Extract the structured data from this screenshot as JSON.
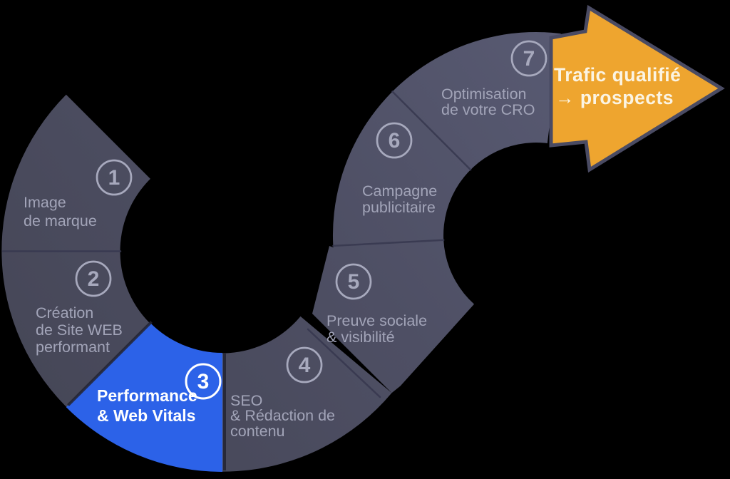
{
  "figure": {
    "kind": "s-curve-process-flow",
    "step_count": 7
  },
  "palette": {
    "background": "#000000",
    "band": "#4E4F64",
    "band_dark": "#454656",
    "band_light": "#5A5C75",
    "highlight": "#2C62E8",
    "divider": "#383950",
    "badge_ring": "#A7A9BD",
    "label_text": "#A2A4B8",
    "highlight_text": "#FFFFFF",
    "arrow_fill": "#EEA52F",
    "arrow_border": "#4A4B63",
    "arrow_text": "#FBF4E3"
  },
  "steps": [
    {
      "number": "1",
      "lines": [
        "Image",
        "de marque"
      ],
      "highlighted": false
    },
    {
      "number": "2",
      "lines": [
        "Création",
        "de Site WEB",
        "performant"
      ],
      "highlighted": false
    },
    {
      "number": "3",
      "lines": [
        "Performance",
        "& Web Vitals"
      ],
      "highlighted": true
    },
    {
      "number": "4",
      "lines": [
        "SEO",
        "& Rédaction de",
        "contenu"
      ],
      "highlighted": false
    },
    {
      "number": "5",
      "lines": [
        "Preuve sociale",
        "& visibilité"
      ],
      "highlighted": false
    },
    {
      "number": "6",
      "lines": [
        "Campagne",
        "publicitaire"
      ],
      "highlighted": false
    },
    {
      "number": "7",
      "lines": [
        "Optimisation",
        "de votre CRO"
      ],
      "highlighted": false
    }
  ],
  "arrow": {
    "lines": [
      "Trafic qualifié",
      "→ prospects"
    ]
  }
}
